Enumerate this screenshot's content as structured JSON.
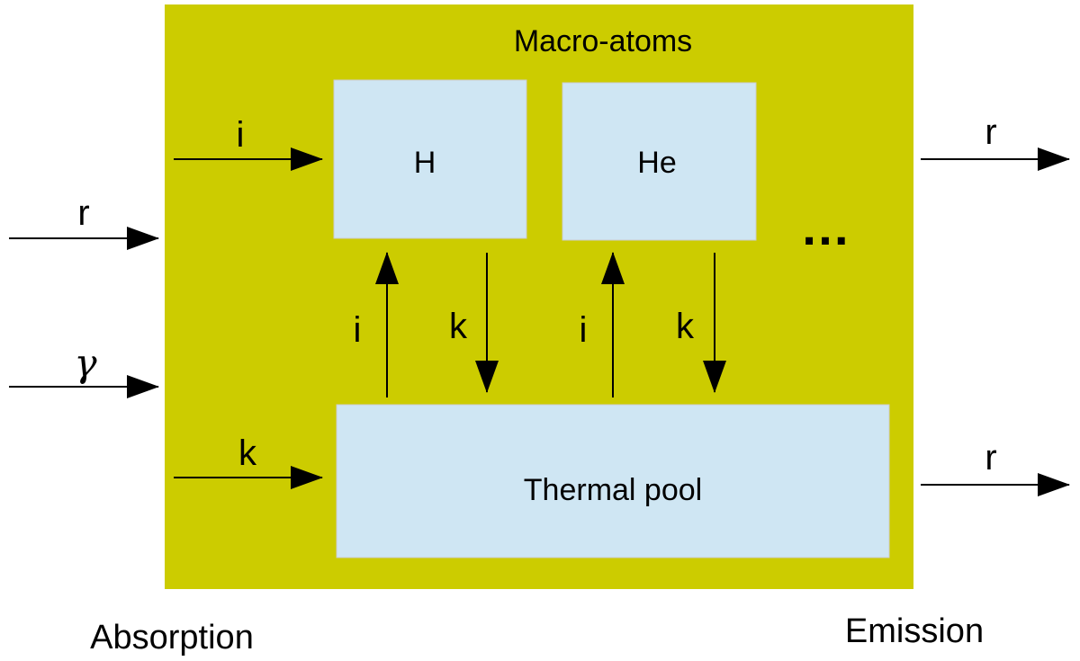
{
  "colors": {
    "container": "#cccc00",
    "box_fill": "#cfe6f3",
    "box_stroke": "#cccccc",
    "arrow": "#000000"
  },
  "container": {
    "title": "Macro-atoms"
  },
  "boxes": {
    "h": "H",
    "he": "He",
    "thermal_pool": "Thermal pool"
  },
  "ellipsis": "…",
  "arrows": {
    "left_r": "r",
    "left_gamma": "γ",
    "to_h": "i",
    "to_thermal": "k",
    "h_up": "i",
    "h_down": "k",
    "he_up": "i",
    "he_down": "k",
    "out_top": "r",
    "out_bottom": "r"
  },
  "footer": {
    "absorption": "Absorption",
    "emission": "Emission"
  }
}
